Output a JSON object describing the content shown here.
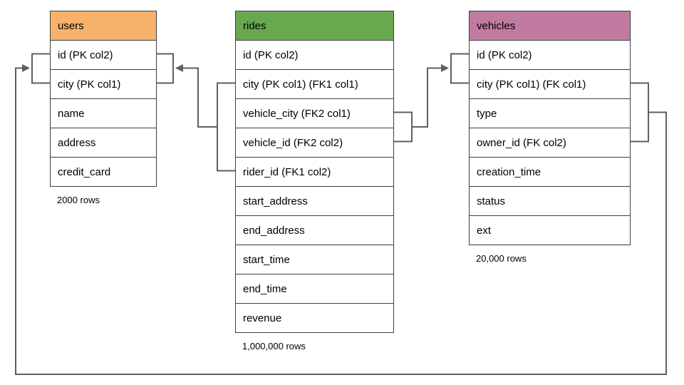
{
  "diagram": {
    "type": "database-schema",
    "connector_color": "#5f5f5f",
    "tables": [
      {
        "id": "users",
        "title": "users",
        "header_color": "#f6b26b",
        "columns": [
          "id (PK col2)",
          "city (PK col1)",
          "name",
          "address",
          "credit_card"
        ],
        "row_count_label": "2000 rows"
      },
      {
        "id": "rides",
        "title": "rides",
        "header_color": "#6aa84f",
        "columns": [
          "id (PK col2)",
          "city (PK col1) (FK1 col1)",
          "vehicle_city (FK2 col1)",
          "vehicle_id (FK2 col2)",
          "rider_id (FK1 col2)",
          "start_address",
          "end_address",
          "start_time",
          "end_time",
          "revenue"
        ],
        "row_count_label": "1,000,000 rows"
      },
      {
        "id": "vehicles",
        "title": "vehicles",
        "header_color": "#c27ba0",
        "columns": [
          "id (PK col2)",
          "city (PK col1) (FK col1)",
          "type",
          "owner_id (FK col2)",
          "creation_time",
          "status",
          "ext"
        ],
        "row_count_label": "20,000 rows"
      }
    ],
    "relationships": [
      {
        "from": "rides (city, rider_id)",
        "to": "users (id, city)"
      },
      {
        "from": "rides (vehicle_city, vehicle_id)",
        "to": "vehicles (id, city)"
      },
      {
        "from": "vehicles (city, owner_id)",
        "to": "users (id, city)"
      }
    ]
  }
}
